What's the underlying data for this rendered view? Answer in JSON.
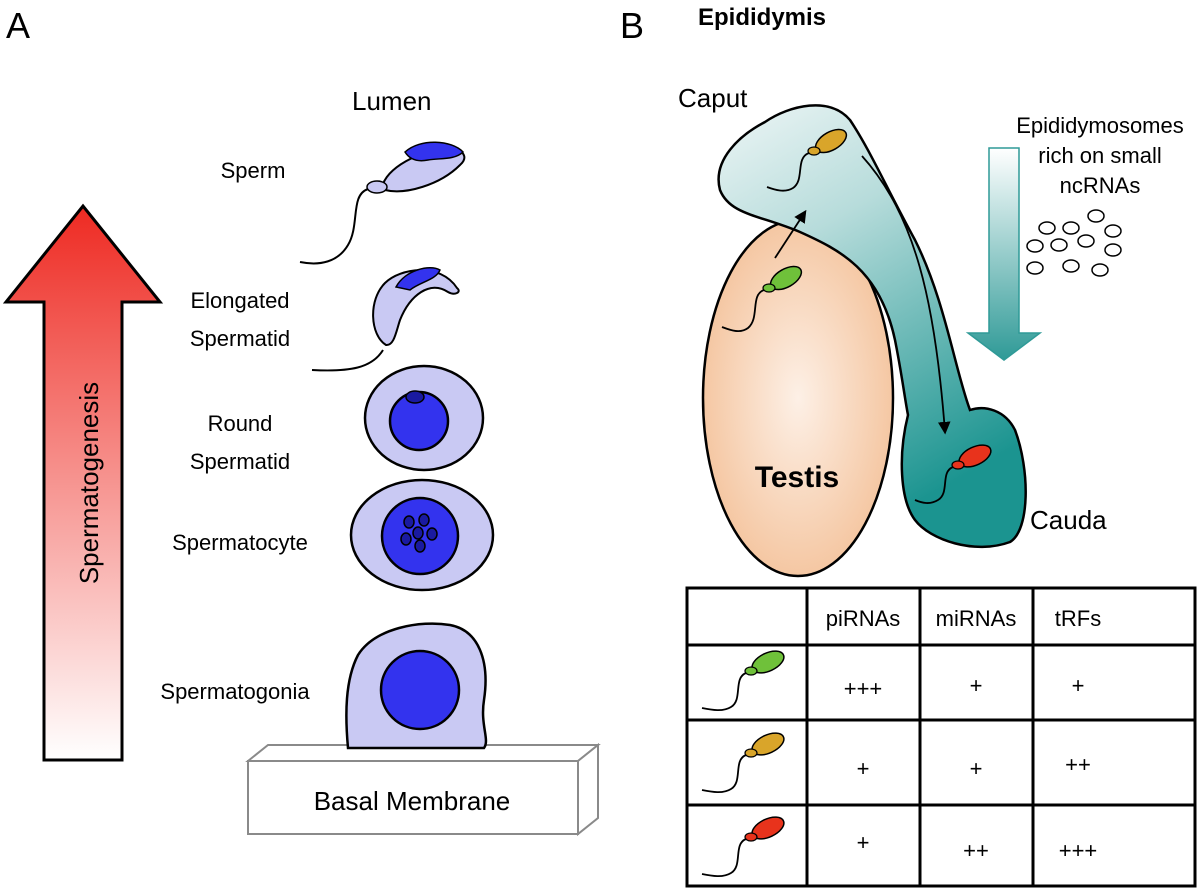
{
  "panel_a": {
    "letter": "A",
    "lumen": "Lumen",
    "arrow_label": "Spermatogenesis",
    "stages": [
      {
        "line1": "Sperm",
        "line2": ""
      },
      {
        "line1": "Elongated",
        "line2": "Spermatid"
      },
      {
        "line1": "Round",
        "line2": "Spermatid"
      },
      {
        "line1": "Spermatocyte",
        "line2": ""
      },
      {
        "line1": "Spermatogonia",
        "line2": ""
      }
    ],
    "basal_membrane": "Basal Membrane"
  },
  "panel_b": {
    "letter": "B",
    "title": "Epididymis",
    "caput": "Caput",
    "cauda": "Cauda",
    "testis": "Testis",
    "epididymosomes": [
      "Epididymosomes",
      "rich on small",
      "ncRNAs"
    ]
  },
  "table": {
    "headers": [
      "",
      "piRNAs",
      "miRNAs",
      "tRFs"
    ],
    "rows": [
      {
        "sperm_color": "#6fc13a",
        "values": [
          "+++",
          "+",
          "+"
        ]
      },
      {
        "sperm_color": "#d9a52a",
        "values": [
          "+",
          "+",
          "++"
        ]
      },
      {
        "sperm_color": "#e8331c",
        "values": [
          "+",
          "++",
          "+++"
        ]
      }
    ]
  },
  "colors": {
    "cell_fill": "#c9c9f3",
    "nucleus": "#3333ee",
    "arrow_top": "#ee2a22",
    "testis": "#f7c9a4",
    "caput": "#e6f2f2",
    "cauda": "#1b9490"
  }
}
